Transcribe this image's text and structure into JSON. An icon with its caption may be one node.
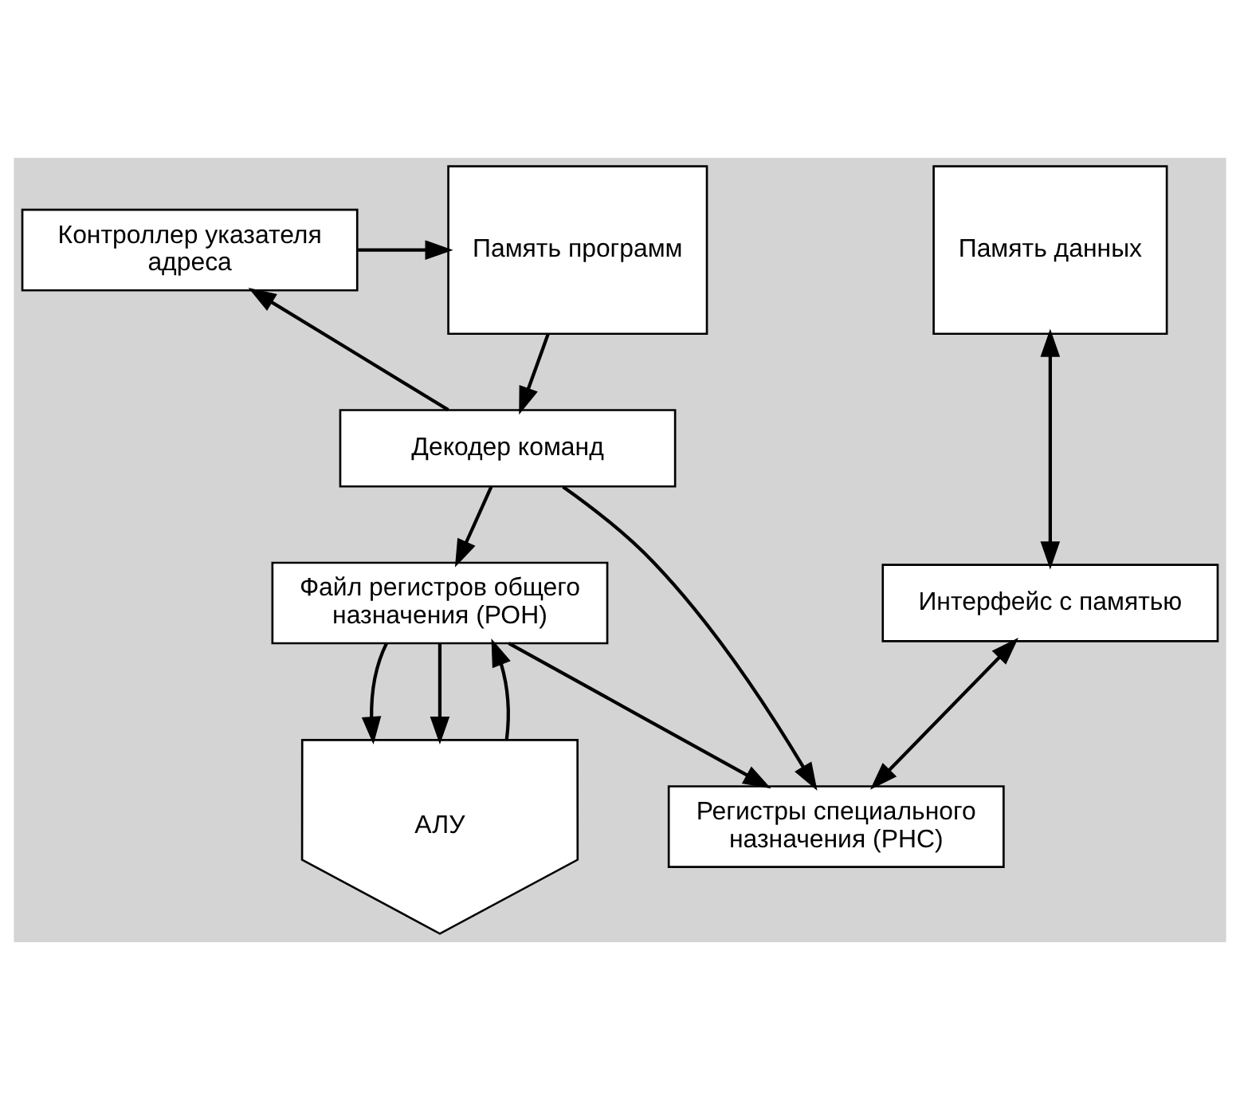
{
  "diagram": {
    "nodes": [
      {
        "text": [
          "Память программ"
        ]
      },
      {
        "text": [
          "Контроллер указателя адреса"
        ]
      },
      {
        "text": [
          "Декодер команд"
        ]
      },
      {
        "text": [
          "Память данных"
        ]
      },
      {
        "text": [
          "Файл регистров общего назначения (РОН)"
        ]
      },
      {
        "text": [
          "Интерфейс с памятью"
        ]
      },
      {
        "text": [
          "АЛУ"
        ]
      },
      {
        "text": [
          "Регистры специального назначения (РНС)"
        ]
      }
    ],
    "edges": [
      {
        "from": 1,
        "to": 0,
        "arrow": "to"
      },
      {
        "from": 2,
        "to": 1,
        "arrow": "to"
      },
      {
        "from": 0,
        "to": 2,
        "arrow": "to"
      },
      {
        "from": 2,
        "to": 4,
        "arrow": "to"
      },
      {
        "from": 2,
        "to": 7,
        "arrow": "to"
      },
      {
        "from": 3,
        "to": 5,
        "arrow": "both"
      },
      {
        "from": 5,
        "to": 7,
        "arrow": "both"
      },
      {
        "from": 4,
        "to": 6,
        "arrow": "to"
      },
      {
        "from": 4,
        "to": 6,
        "arrow": "to"
      },
      {
        "from": 4,
        "to": 7,
        "arrow": "to"
      },
      {
        "from": 6,
        "to": 4,
        "arrow": "to"
      }
    ]
  }
}
